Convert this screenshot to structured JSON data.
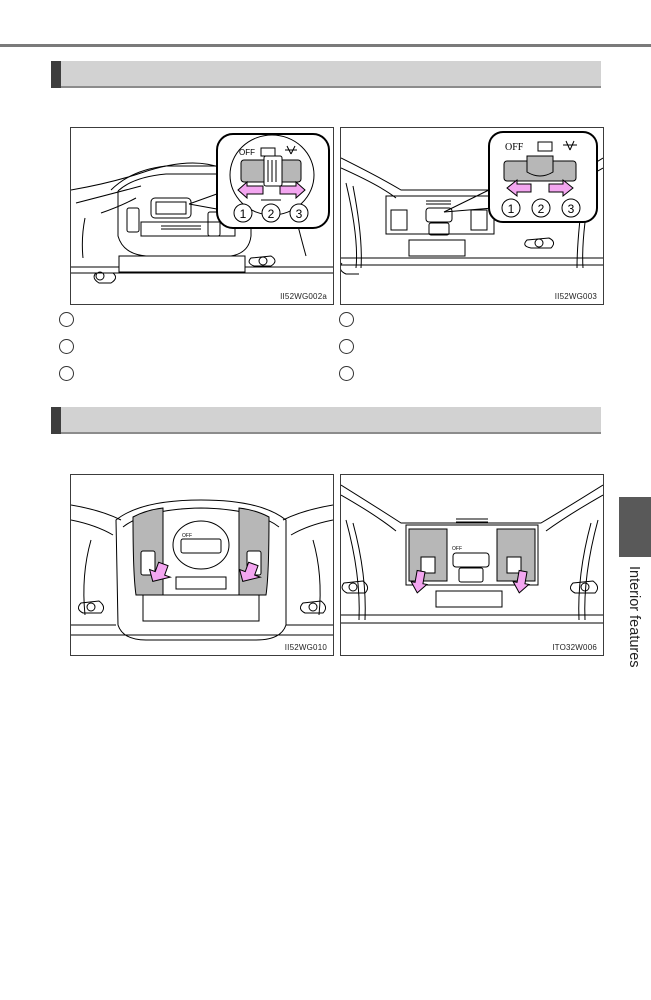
{
  "page": {
    "section1_title": "",
    "section2_title": "",
    "side_tab_label": "Interior features"
  },
  "figures": {
    "fig1": {
      "code": "II52WG002a",
      "label_off": "OFF",
      "callouts": [
        "1",
        "2",
        "3"
      ]
    },
    "fig2": {
      "code": "II52WG003",
      "label_off": "OFF",
      "callouts": [
        "1",
        "2",
        "3"
      ]
    },
    "fig3": {
      "code": "II52WG010",
      "label_off": "OFF"
    },
    "fig4": {
      "code": "ITO32W006",
      "label_off": "OFF"
    }
  },
  "legend_left": [
    "",
    "",
    ""
  ],
  "legend_right": [
    "",
    "",
    ""
  ],
  "colors": {
    "arrow_fill": "#f3a6f0",
    "arrow_stroke": "#000000",
    "gray_panel": "#b7b7b7",
    "tab_dark": "#595959"
  }
}
